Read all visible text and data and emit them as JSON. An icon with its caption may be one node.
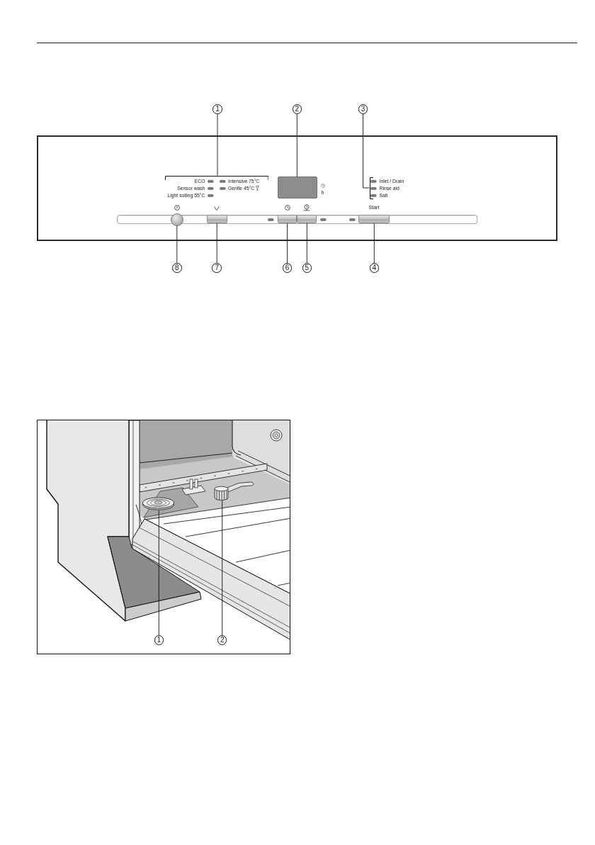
{
  "diagram": {
    "nodes": [
      {
        "text": [
          "1"
        ]
      },
      {
        "text": [
          "2"
        ]
      },
      {
        "text": [
          "3"
        ]
      },
      {
        "text": [
          "ECO",
          "Sensor wash",
          "Light soiling 55°C",
          "Intensive 75°C",
          "Gentle 45°C",
          "Inlet / Drain",
          "Rinse aid",
          "Salt"
        ]
      },
      {
        "text": [],
        "shape": "bracket",
        "in": 3
      },
      {
        "text": [],
        "shape": "box",
        "in": 3,
        "beside": [
          "h"
        ]
      },
      {
        "text": [],
        "shape": "bracket",
        "in": 3
      },
      {
        "text": [],
        "shape": "circle",
        "in": 3
      },
      {
        "text": [],
        "shape": "box",
        "in": 3
      },
      {
        "text": [],
        "shape": "box",
        "in": 3
      },
      {
        "text": [],
        "shape": "box",
        "in": 3
      },
      {
        "text": [],
        "shape": "box",
        "in": 3,
        "beside": [
          "Start"
        ]
      },
      {
        "text": [
          "8"
        ]
      },
      {
        "text": [
          "7"
        ]
      },
      {
        "text": [
          "6"
        ]
      },
      {
        "text": [
          "5"
        ]
      },
      {
        "text": [
          "4"
        ]
      },
      {
        "text": [],
        "shape": "picture"
      },
      {
        "text": [],
        "shape": "picture",
        "in": 17
      },
      {
        "text": [],
        "shape": "picture",
        "in": 17
      },
      {
        "text": [
          "1"
        ],
        "in": 17
      },
      {
        "text": [
          "2"
        ],
        "in": 17
      }
    ],
    "edges": [
      {
        "from": 0,
        "to": 4,
        "arrow": "none"
      },
      {
        "from": 1,
        "to": 5,
        "arrow": "none"
      },
      {
        "from": 2,
        "to": 6,
        "arrow": "none"
      },
      {
        "from": 12,
        "to": 7,
        "arrow": "none"
      },
      {
        "from": 13,
        "to": 8,
        "arrow": "none"
      },
      {
        "from": 14,
        "to": 9,
        "arrow": "none"
      },
      {
        "from": 15,
        "to": 10,
        "arrow": "none"
      },
      {
        "from": 16,
        "to": 11,
        "arrow": "none"
      },
      {
        "from": 20,
        "to": 18,
        "arrow": "none"
      },
      {
        "from": 21,
        "to": 19,
        "arrow": "none"
      }
    ]
  }
}
